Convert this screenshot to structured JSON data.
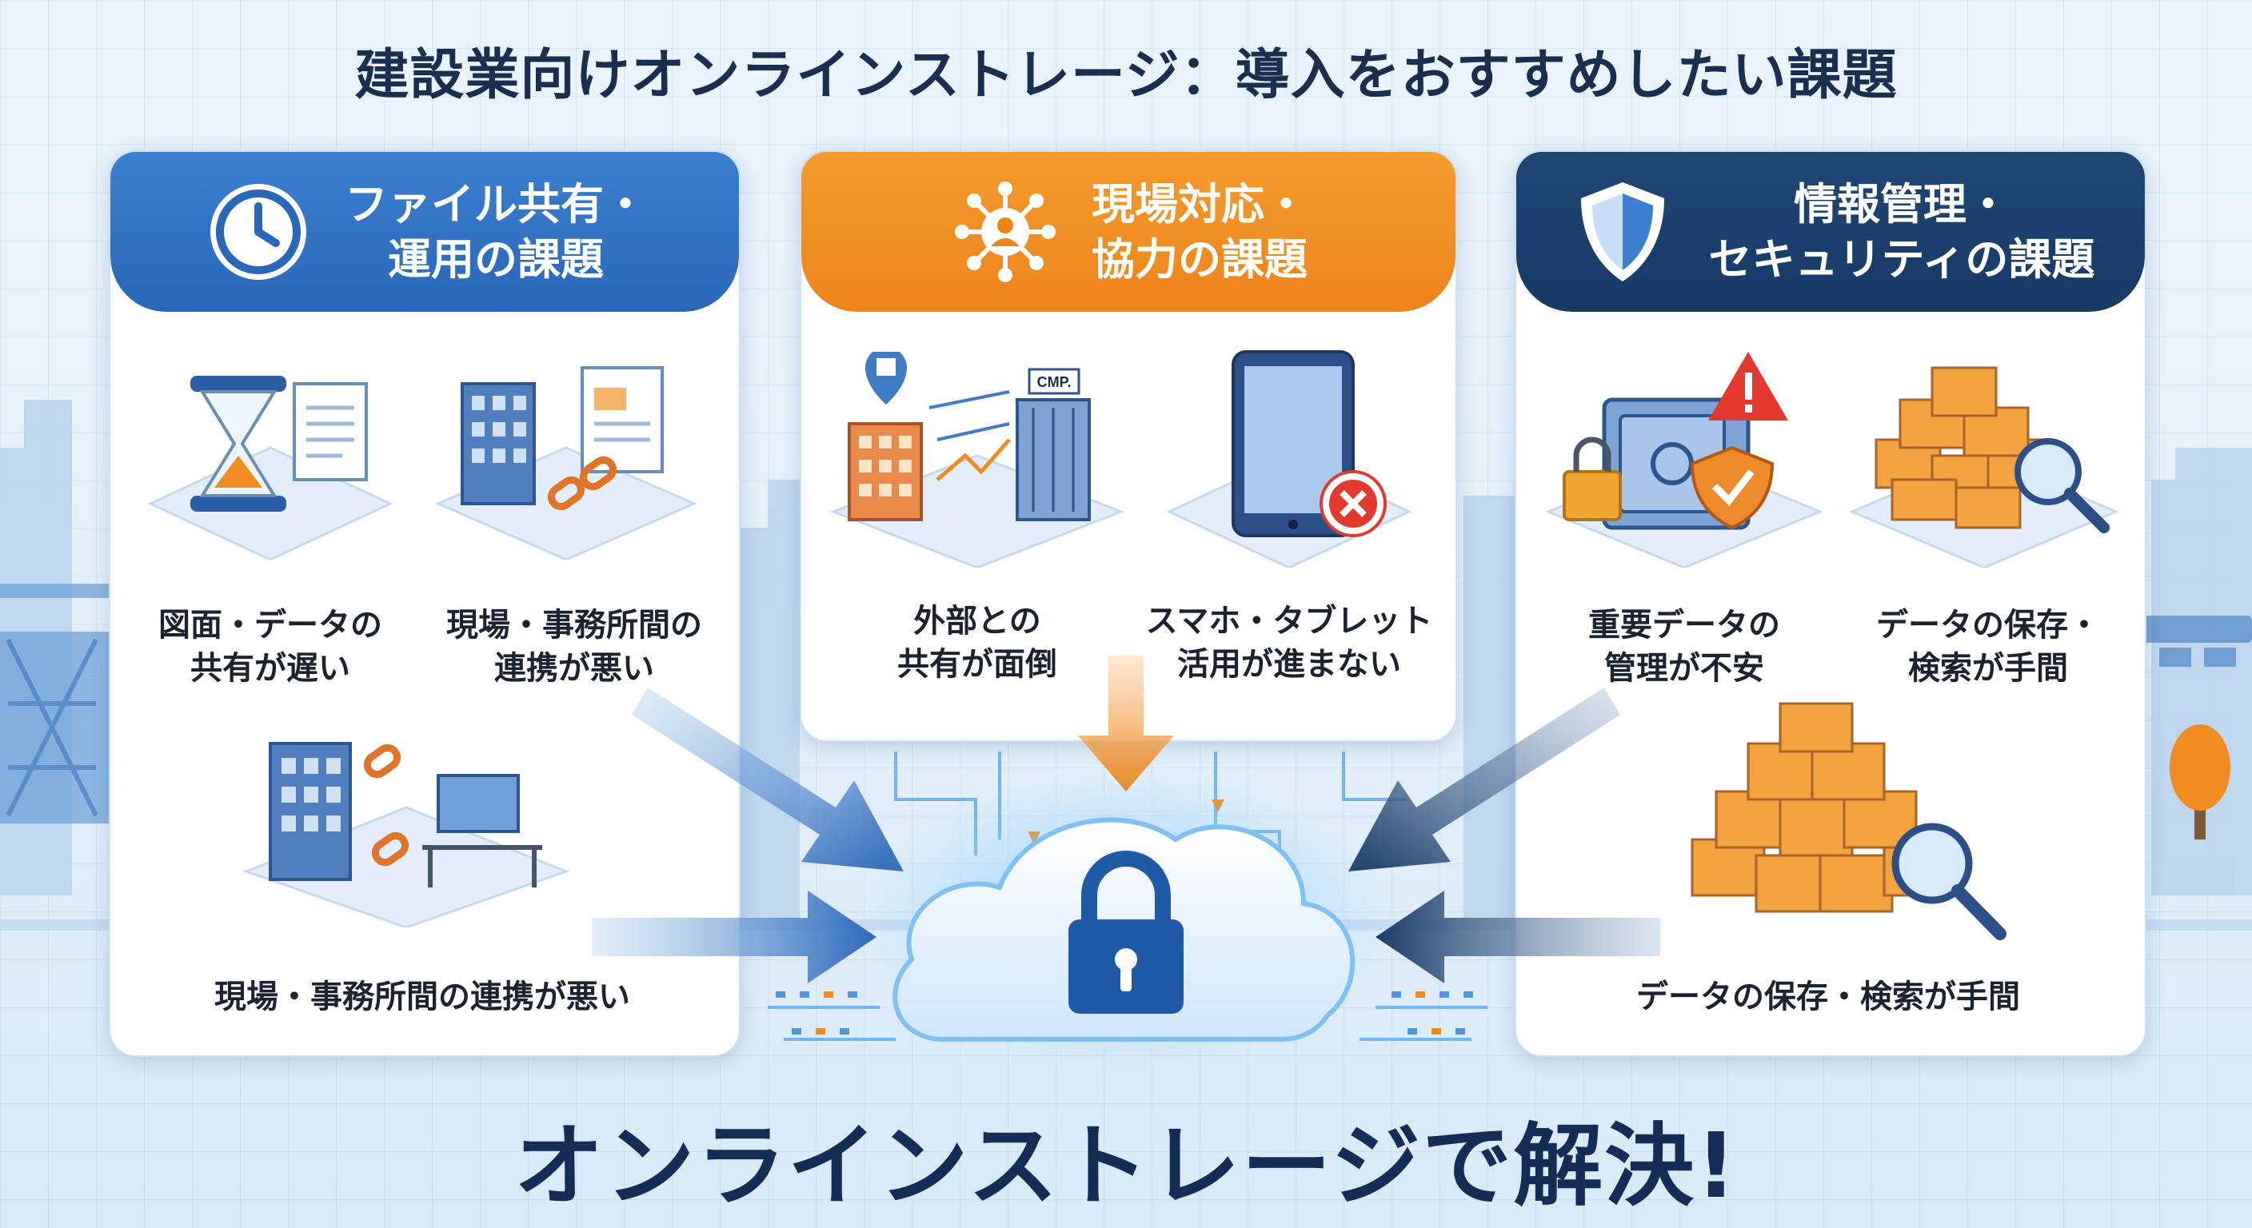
{
  "title": "建設業向けオンラインストレージ：導入をおすすめしたい課題",
  "panels": [
    {
      "header_line1": "ファイル共有・",
      "header_line2": "運用の課題",
      "header_icon": "clock-icon",
      "color": "#2f74c6",
      "items": [
        {
          "line1": "図面・データの",
          "line2": "共有が遅い"
        },
        {
          "line1": "現場・事務所間の",
          "line2": "連携が悪い"
        },
        {
          "line1": "現場・事務所間の連携が悪い"
        }
      ]
    },
    {
      "header_line1": "現場対応・",
      "header_line2": "協力の課題",
      "header_icon": "network-icon",
      "color": "#f08b1f",
      "building_sign": "CMP.",
      "items": [
        {
          "line1": "外部との",
          "line2": "共有が面倒"
        },
        {
          "line1": "スマホ・タブレット",
          "line2": "活用が進まない"
        }
      ]
    },
    {
      "header_line1": "情報管理・",
      "header_line2": "セキュリティの課題",
      "header_icon": "shield-icon",
      "color": "#1b3f6e",
      "items": [
        {
          "line1": "重要データの",
          "line2": "管理が不安"
        },
        {
          "line1": "データの保存・",
          "line2": "検索が手間"
        },
        {
          "line1": "データの保存・検索が手間"
        }
      ]
    }
  ],
  "solution_text": "オンラインストレージで解決!"
}
